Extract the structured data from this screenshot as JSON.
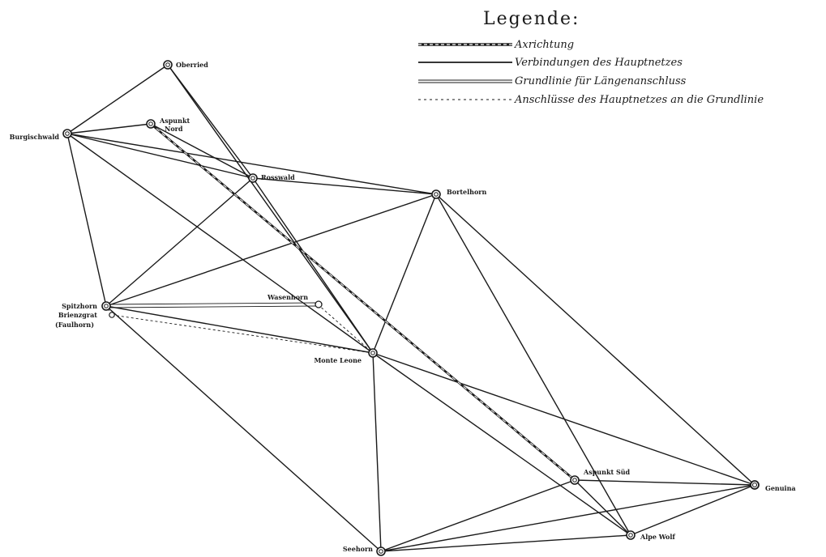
{
  "legend": {
    "title": "Legende:",
    "items": [
      {
        "style": "achse",
        "label": "Axrichtung"
      },
      {
        "style": "haupt",
        "label": "Verbindungen des Hauptnetzes"
      },
      {
        "style": "grund",
        "label": "Grundlinie für Längenanschluss"
      },
      {
        "style": "anschluss",
        "label": "Anschlüsse des Hauptnetzes an die Grundlinie"
      }
    ]
  },
  "stations": {
    "oberried": "Oberried",
    "aspunkt_nord": [
      "Aspunkt",
      "Nord"
    ],
    "burgischwald": "Burgischwald",
    "rosswald": "Rosswald",
    "bortelhorn": "Bortelhorn",
    "spitzhorn": [
      "Spitzhorn",
      "Brienzgrat",
      "(Faulhorn)"
    ],
    "wasenhorn": "Wasenhorn",
    "monte_leone": "Monte Leone",
    "aspunkt_sud": "Aspunkt Süd",
    "genuina": "Genuina",
    "alpe_wolf": "Alpe Wolf",
    "seehorn": "Seehorn"
  },
  "colors": {
    "ink": "#1a1a1a",
    "paper": "#ffffff"
  }
}
